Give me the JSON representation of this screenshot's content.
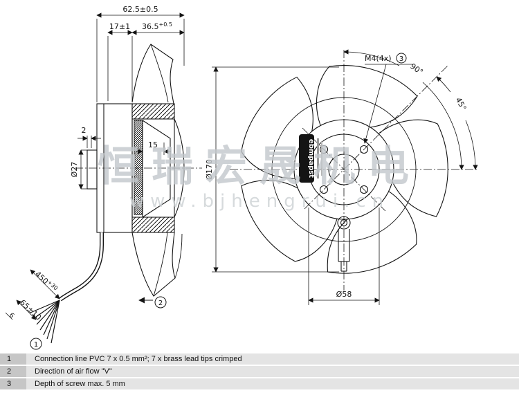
{
  "watermark": {
    "line1": "恒瑞宏晟机电",
    "line2": "www.bjhengrui.cn"
  },
  "side_view": {
    "dim_total_width": "62.5±0.5",
    "dim_motor_depth": "17±1",
    "dim_impeller_depth": "36.5",
    "dim_impeller_depth_tol": "+0.5",
    "dim_hub_depth": "15",
    "dim_step": "2",
    "dim_shaft_dia": "Ø27",
    "dim_cable_length": "450",
    "dim_cable_length_tol": "+30",
    "dim_strip_length": "65±10",
    "dim_tip_length": "6",
    "callout_cable": "1",
    "callout_airflow": "2"
  },
  "front_view": {
    "dim_outer_dia": "Ø170",
    "dim_pitch_dia": "Ø58",
    "screw_label": "M4(4x)",
    "callout_screw": "3",
    "angle_90": "90°",
    "angle_45": "45°",
    "brand": "ebmpapst"
  },
  "legend": {
    "rows": [
      {
        "num": "1",
        "text": "Connection line PVC 7 x 0.5 mm²; 7 x brass lead tips crimped"
      },
      {
        "num": "2",
        "text": "Direction of air flow \"V\""
      },
      {
        "num": "3",
        "text": "Depth of screw max. 5 mm"
      }
    ]
  }
}
